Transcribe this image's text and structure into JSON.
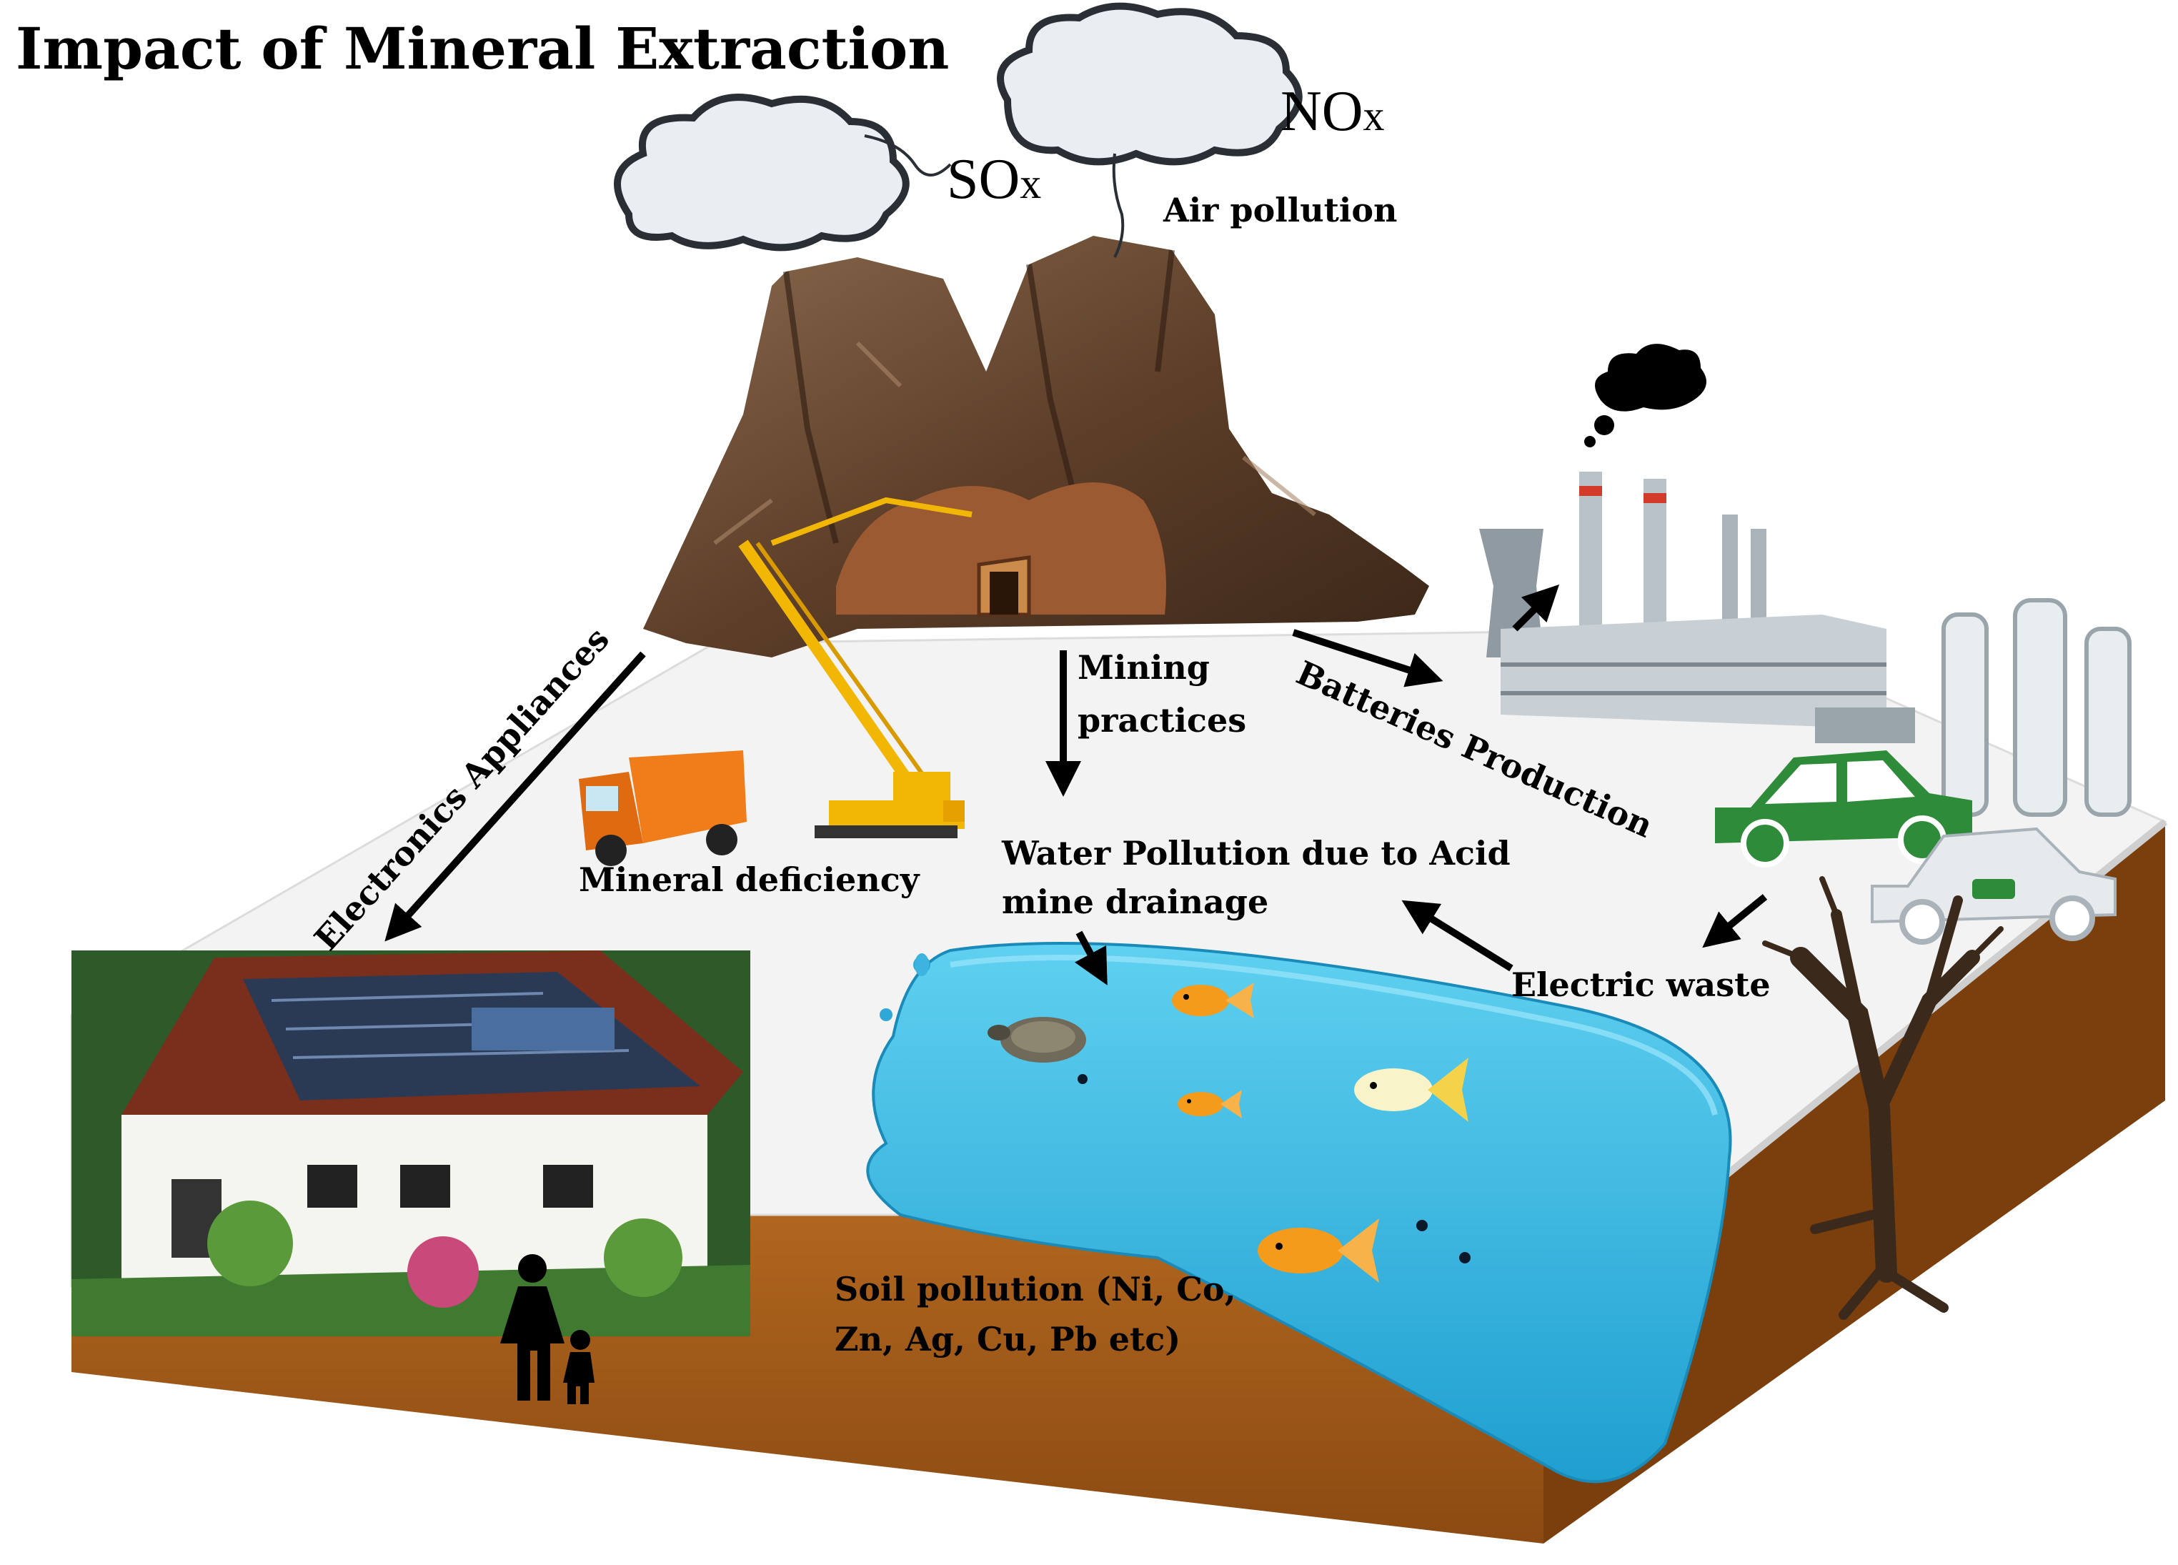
{
  "title": "Impact of Mineral Extraction",
  "labels": {
    "sox_main": "SO",
    "sox_sub": "x",
    "nox_main": "NO",
    "nox_sub": "x",
    "air_pollution": "Air pollution",
    "mining_practices_1": "Mining",
    "mining_practices_2": "practices",
    "batteries_production": "Batteries Production",
    "electronics_appliances": "Electronics Appliances",
    "mineral_deficiency": "Mineral deficiency",
    "water_pollution_1": "Water Pollution due to Acid",
    "water_pollution_2": "mine drainage",
    "electric_waste": "Electric waste",
    "soil_pollution_1": "Soil pollution (Ni, Co,",
    "soil_pollution_2": "Zn, Ag, Cu, Pb etc)"
  },
  "colors": {
    "soil": "#a35a18",
    "soil_dark": "#7a3f0c",
    "ground_top": "#f4f4f4",
    "water": "#2fb0dc",
    "water_light": "#5fd0f0",
    "cloud_fill": "#e8eef2",
    "cloud_stroke": "#2a2f35",
    "mountain": "#6b4a33",
    "car_green": "#2e8b3a",
    "truck_orange": "#f07d1a",
    "crane_yellow": "#f2b705",
    "fish_orange": "#f59b1c"
  }
}
